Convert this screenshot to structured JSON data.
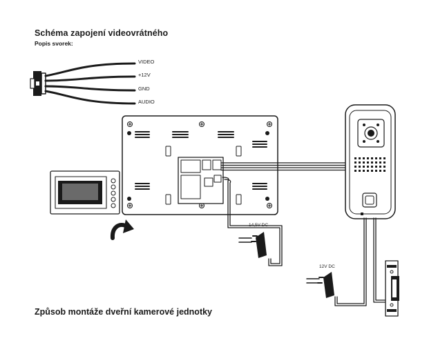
{
  "header": {
    "title": "Schéma zapojení videovrátného",
    "subtitle": "Popis svorek:"
  },
  "terminal_labels": [
    "VIDEO",
    "+12V",
    "GND",
    "AUDIO"
  ],
  "power_supplies": {
    "monitor_psu_label": "14,5V DC",
    "lock_psu_label": "12V DC"
  },
  "footer": {
    "section_title": "Způsob montáže dveřní kamerové jednotky"
  }
}
